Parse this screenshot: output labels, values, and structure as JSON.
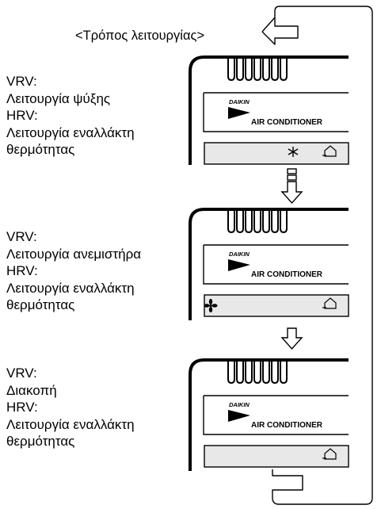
{
  "title": "<Τρόπος λειτουργίας>",
  "modes": [
    {
      "lines": [
        "VRV:",
        "Λειτουργία ψύξης",
        "HRV:",
        "Λειτουργία εναλλάκτη",
        "θερμότητας"
      ],
      "display_icon": "snowflake-icon",
      "second_icon": "house-icon"
    },
    {
      "lines": [
        "VRV:",
        "Λειτουργία ανεμιστήρα",
        "HRV:",
        "Λειτουργία εναλλάκτη",
        "θερμότητας"
      ],
      "display_icon": "fan-icon",
      "second_icon": "house-icon"
    },
    {
      "lines": [
        "VRV:",
        "Διακοπή",
        "HRV:",
        "Λειτουργία εναλλάκτη",
        "θερμότητας"
      ],
      "display_icon": null,
      "second_icon": "house-icon"
    }
  ],
  "panel": {
    "brand": "DAIKIN",
    "product": "AIR CONDITIONER"
  }
}
